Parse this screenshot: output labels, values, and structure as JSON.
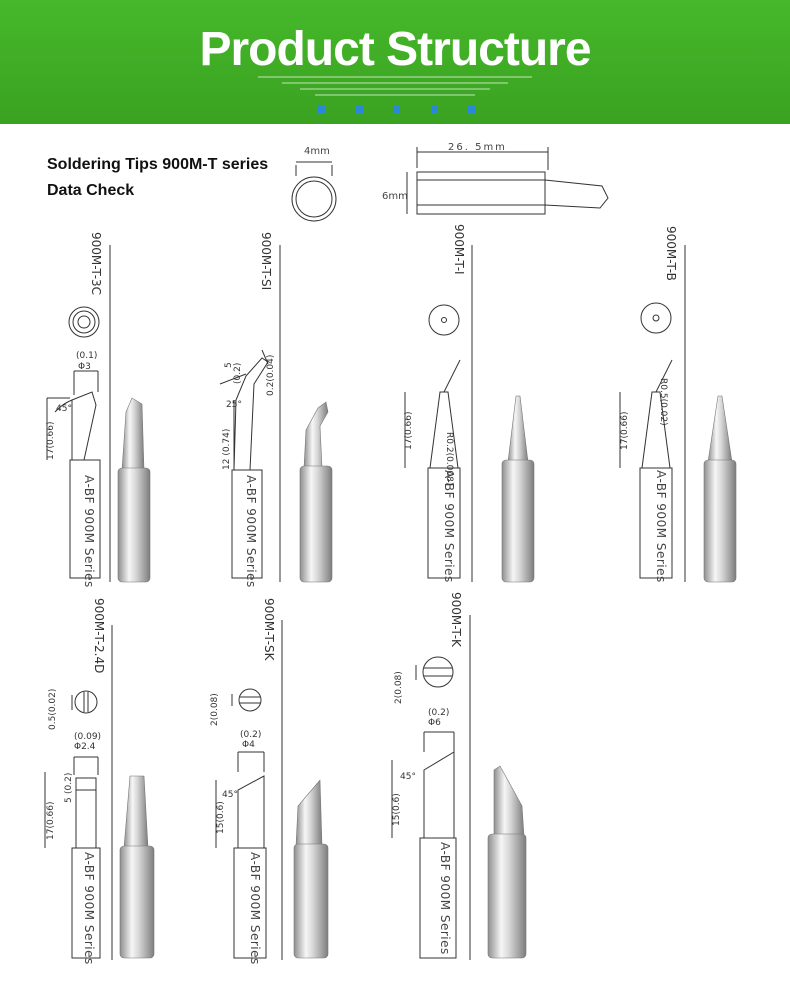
{
  "banner": {
    "title": "Product Structure",
    "accent": "#3fae25"
  },
  "heading": {
    "line1": "Soldering Tips 900M-T series",
    "line2": "Data Check"
  },
  "overview": {
    "ring_diameter": "4mm",
    "length": "26. 5mm",
    "height": "6mm"
  },
  "brand_text": "A-BF 900M Series",
  "tips": [
    {
      "model": "900M-T-3C",
      "dims": [
        "(0.1)",
        "Φ3",
        "45°",
        "17(0.66)"
      ]
    },
    {
      "model": "900M-T-SI",
      "dims": [
        "5",
        "(0.2)",
        "0.2(0.04)",
        "25°",
        "12 (0.74)"
      ]
    },
    {
      "model": "900M-T-I",
      "dims": [
        "R0.2(0.008)",
        "17(0.66)"
      ]
    },
    {
      "model": "900M-T-B",
      "dims": [
        "R0.5(0.02)",
        "17(0.66)"
      ]
    },
    {
      "model": "900M-T-2.4D",
      "dims": [
        "0.5(0.02)",
        "(0.09)",
        "Φ2.4",
        "(0.2)",
        "5",
        "17(0.66)"
      ]
    },
    {
      "model": "900M-T-SK",
      "dims": [
        "2(0.08)",
        "(0.2)",
        "Φ4",
        "45°",
        "15(0.6)"
      ]
    },
    {
      "model": "900M-T-K",
      "dims": [
        "2(0.08)",
        "(0.2)",
        "Φ6",
        "45°",
        "15(0.6)"
      ]
    }
  ]
}
